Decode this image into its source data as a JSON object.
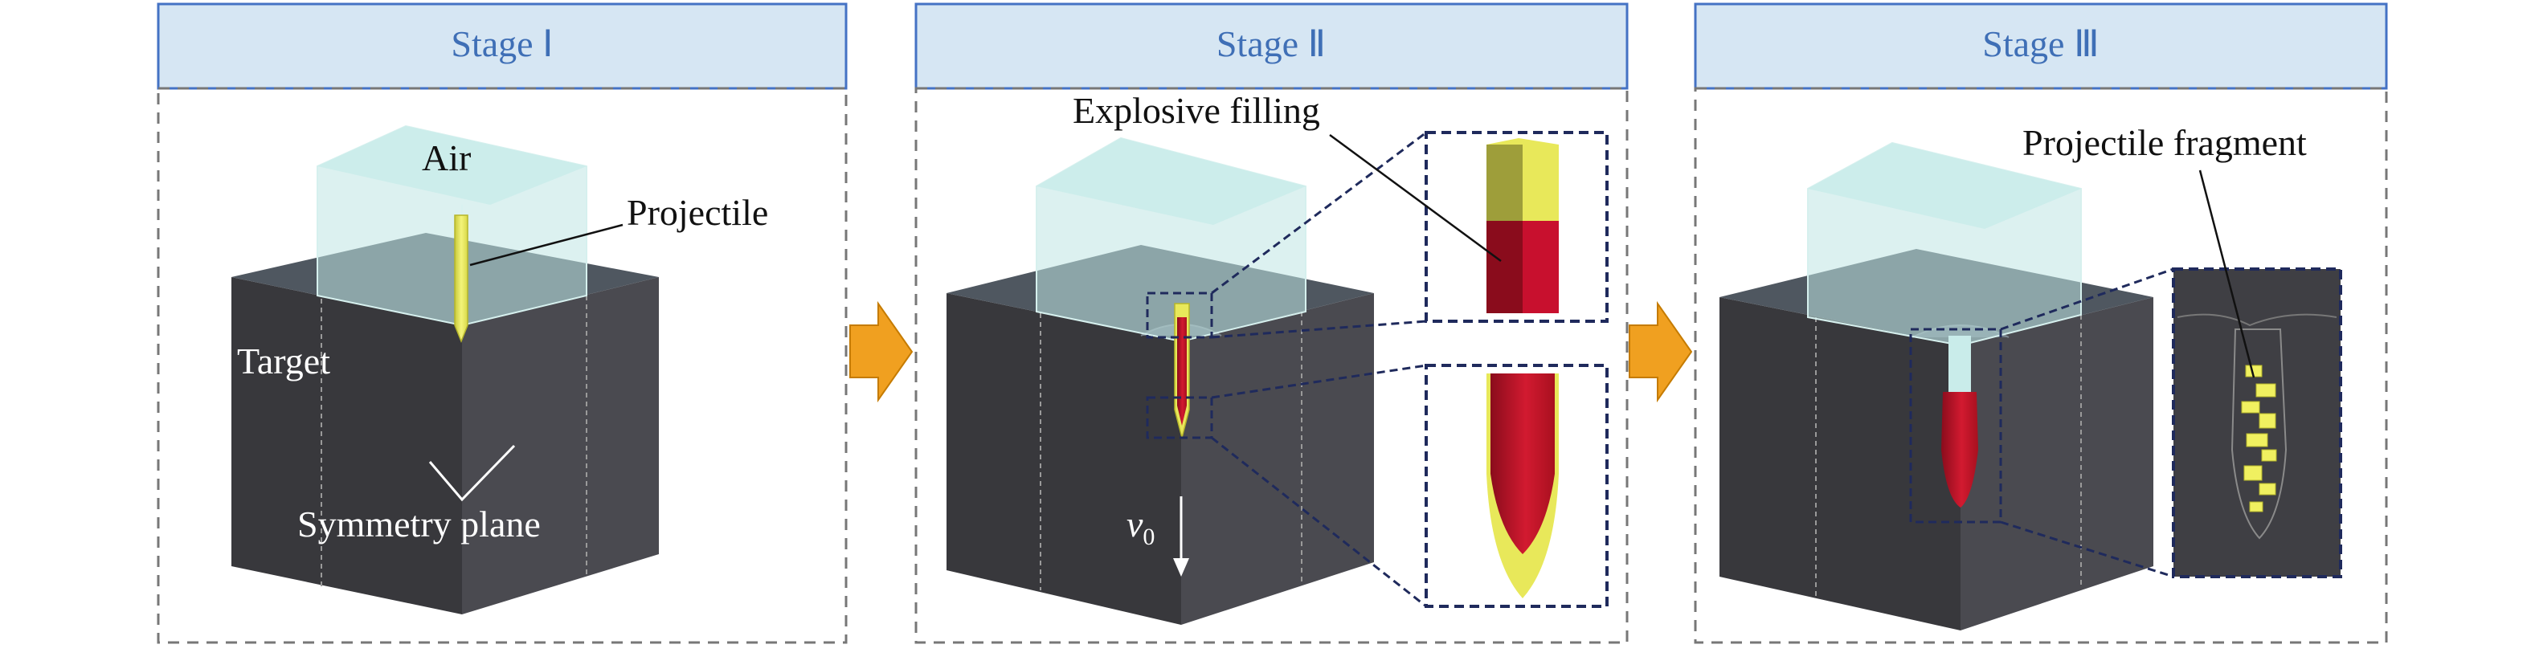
{
  "stages": [
    {
      "title": "Stage Ⅰ"
    },
    {
      "title": "Stage Ⅱ"
    },
    {
      "title": "Stage Ⅲ"
    }
  ],
  "labels": {
    "air": "Air",
    "projectile": "Projectile",
    "target": "Target",
    "symmetry_plane": "Symmetry plane",
    "explosive_filling": "Explosive filling",
    "velocity": "v",
    "velocity_sub": "0",
    "projectile_fragment": "Projectile fragment"
  },
  "colors": {
    "header_fill": "#d6e6f3",
    "header_stroke": "#4472c4",
    "header_text": "#3f6fb6",
    "target_front": "#3a3a3e",
    "target_side": "#4a4a50",
    "target_top": "#5d6670",
    "air": "#bfe6e4",
    "projectile_yellow": "#f0f060",
    "explosive_red": "#c8102e",
    "zoom_border": "#1f2a5c",
    "arrow_orange": "#f0a020"
  }
}
